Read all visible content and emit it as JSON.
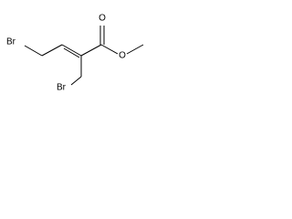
{
  "molecule": {
    "atoms": {
      "br_top": "Br",
      "br_bottom": "Br",
      "oxygen_carbonyl": "O",
      "oxygen_ester": "O"
    }
  }
}
